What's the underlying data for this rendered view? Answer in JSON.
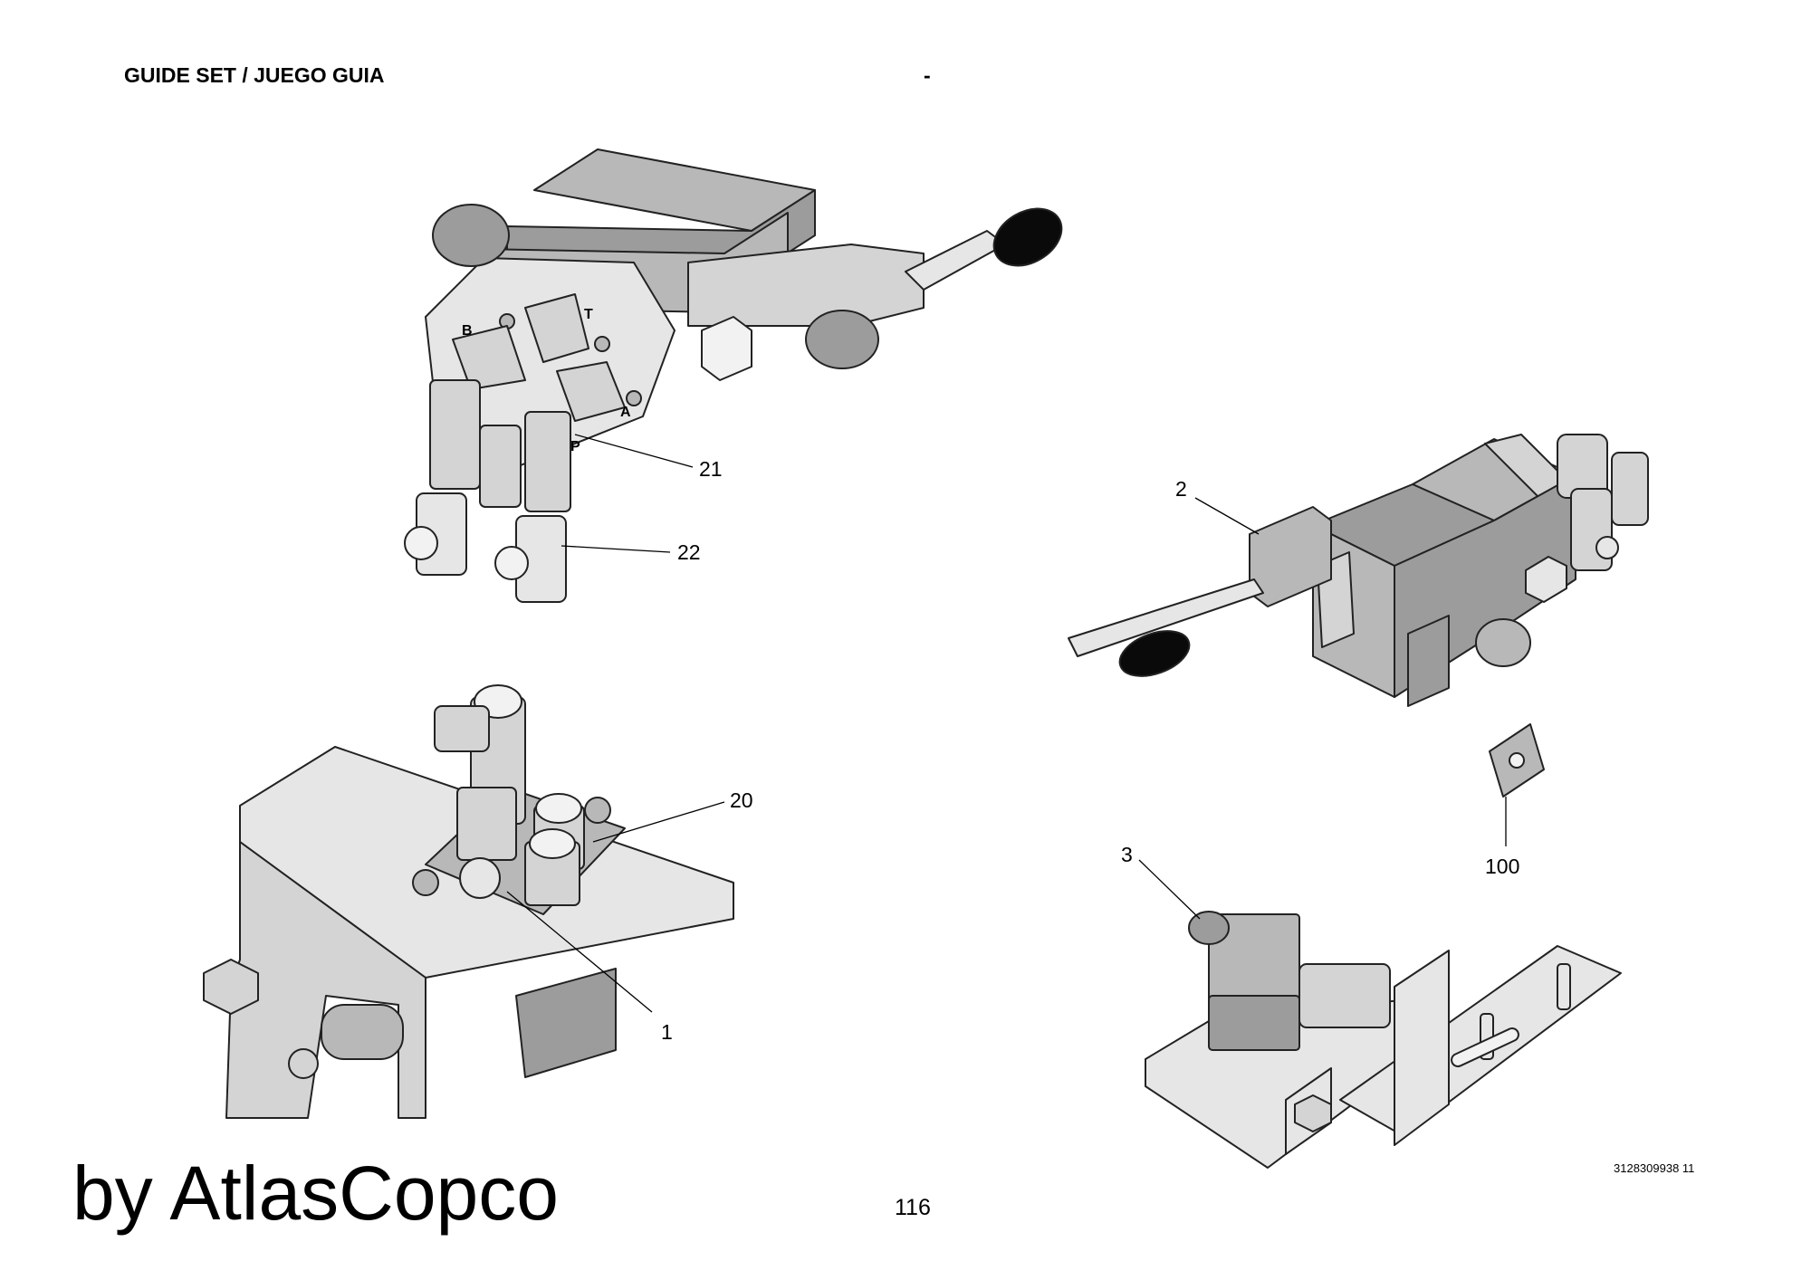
{
  "header": {
    "title": "GUIDE SET / JUEGO GUIA",
    "separator": "-"
  },
  "footer": {
    "brand": "by AtlasCopco",
    "page_number": "116",
    "part_number": "3128309938 11"
  },
  "callouts": {
    "c21": "21",
    "c22": "22",
    "c20": "20",
    "c1": "1",
    "c2": "2",
    "c3": "3",
    "c100": "100"
  },
  "port_labels": {
    "t": "T",
    "b": "B",
    "a": "A",
    "p": "P"
  }
}
